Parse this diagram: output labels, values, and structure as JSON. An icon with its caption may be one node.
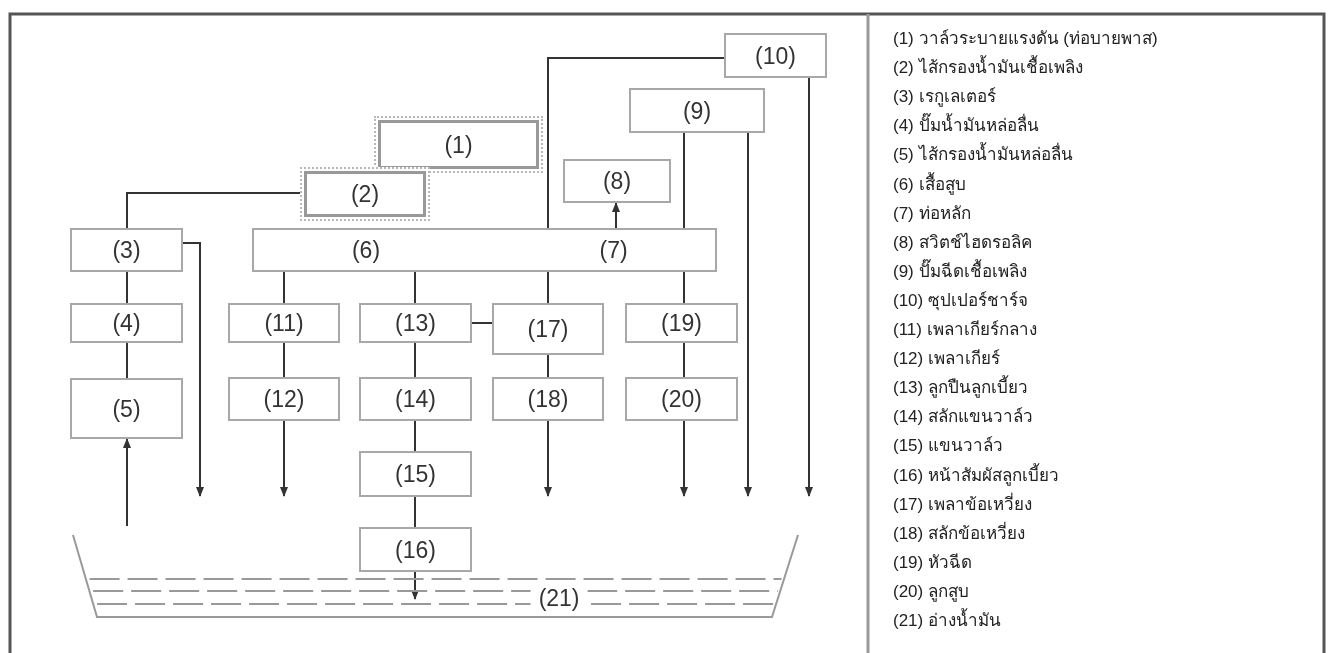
{
  "diagram": {
    "nodes": [
      {
        "text": [
          "(10)"
        ]
      },
      {
        "text": [
          "(9)"
        ]
      },
      {
        "text": [
          "(1)"
        ]
      },
      {
        "text": [
          "(8)"
        ]
      },
      {
        "text": [
          "(2)"
        ]
      },
      {
        "text": [
          "(3)"
        ]
      },
      {
        "text": [
          "(6)",
          "(7)"
        ]
      },
      {
        "text": [
          "(4)"
        ]
      },
      {
        "text": [
          "(11)"
        ]
      },
      {
        "text": [
          "(13)"
        ]
      },
      {
        "text": [
          "(17)"
        ]
      },
      {
        "text": [
          "(19)"
        ]
      },
      {
        "text": [
          "(5)"
        ]
      },
      {
        "text": [
          "(12)"
        ]
      },
      {
        "text": [
          "(14)"
        ]
      },
      {
        "text": [
          "(18)"
        ]
      },
      {
        "text": [
          "(20)"
        ]
      },
      {
        "text": [
          "(15)"
        ]
      },
      {
        "text": [
          "(16)"
        ]
      },
      {
        "text": [
          "(21)"
        ]
      }
    ],
    "edges": [
      {
        "from": 4,
        "to": 5,
        "arrow": "none"
      },
      {
        "from": 5,
        "to": 7,
        "arrow": "none"
      },
      {
        "from": 7,
        "to": 12,
        "arrow": "none"
      },
      {
        "from": 19,
        "to": 12,
        "arrow": "to"
      },
      {
        "from": 5,
        "to": 19,
        "arrow": "to"
      },
      {
        "from": 0,
        "to": 6,
        "arrow": "none"
      },
      {
        "from": 0,
        "to": 19,
        "arrow": "to"
      },
      {
        "from": 1,
        "to": 6,
        "arrow": "none"
      },
      {
        "from": 1,
        "to": 19,
        "arrow": "to"
      },
      {
        "from": 6,
        "to": 3,
        "arrow": "to"
      },
      {
        "from": 6,
        "to": 8,
        "arrow": "none"
      },
      {
        "from": 6,
        "to": 9,
        "arrow": "none"
      },
      {
        "from": 6,
        "to": 10,
        "arrow": "none"
      },
      {
        "from": 6,
        "to": 11,
        "arrow": "none"
      },
      {
        "from": 9,
        "to": 10,
        "arrow": "none"
      },
      {
        "from": 8,
        "to": 13,
        "arrow": "none"
      },
      {
        "from": 13,
        "to": 19,
        "arrow": "to"
      },
      {
        "from": 9,
        "to": 14,
        "arrow": "none"
      },
      {
        "from": 14,
        "to": 17,
        "arrow": "none"
      },
      {
        "from": 17,
        "to": 18,
        "arrow": "none"
      },
      {
        "from": 18,
        "to": 19,
        "arrow": "to"
      },
      {
        "from": 10,
        "to": 15,
        "arrow": "none"
      },
      {
        "from": 15,
        "to": 19,
        "arrow": "to"
      },
      {
        "from": 11,
        "to": 16,
        "arrow": "none"
      },
      {
        "from": 16,
        "to": 19,
        "arrow": "to"
      }
    ],
    "labels": [
      "(1) วาล์วระบายแรงดัน (ท่อบายพาส)",
      "(2) ไส้กรองน้ำมันเชื้อเพลิง",
      "(3) เรกูเลเตอร์",
      "(4) ปั๊มน้ำมันหล่อลื่น",
      "(5) ไส้กรองน้ำมันหล่อลื่น",
      "(6) เสื้อสูบ",
      "(7) ท่อหลัก",
      "(8) สวิตช์ไฮดรอลิค",
      "(9) ปั๊มฉีดเชื้อเพลิง",
      "(10) ซุปเปอร์ชาร์จ",
      "(11) เพลาเกียร์กลาง",
      "(12) เพลาเกียร์",
      "(13) ลูกปืนลูกเบี้ยว",
      "(14) สลักแขนวาล์ว",
      "(15) แขนวาล์ว",
      "(16) หน้าสัมผัสลูกเบี้ยว",
      "(17) เพลาข้อเหวี่ยง",
      "(18) สลักข้อเหวี่ยง",
      "(19) หัวฉีด",
      "(20) ลูกสูบ",
      "(21) อ่างน้ำมัน"
    ]
  }
}
